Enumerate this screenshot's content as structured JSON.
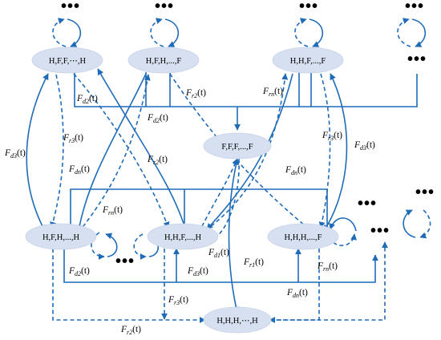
{
  "nodes": {
    "hffh": "H,F,F,⋯,H",
    "hfh_top": "H,F,H,...,F",
    "hhf_top": "H,H,F,...,F",
    "ffff": "F,F,F,...,F",
    "hffh2": "H,F,H,...,H",
    "hhfh": "H,H,F,...,H",
    "hhhf": "H,H,H,...,F",
    "hhhh": "H,H,H,⋯,H"
  },
  "labels": {
    "F": "F",
    "t": "(t)",
    "d1": "d1",
    "d2": "d2",
    "d3": "d3",
    "dn": "dn",
    "r1": "r1",
    "r2": "r2",
    "r3": "r3",
    "rn": "rn"
  },
  "ellipsis": "•••",
  "colors": {
    "edge": "#1f6bb8",
    "node_fill": "#d7e0f1"
  }
}
